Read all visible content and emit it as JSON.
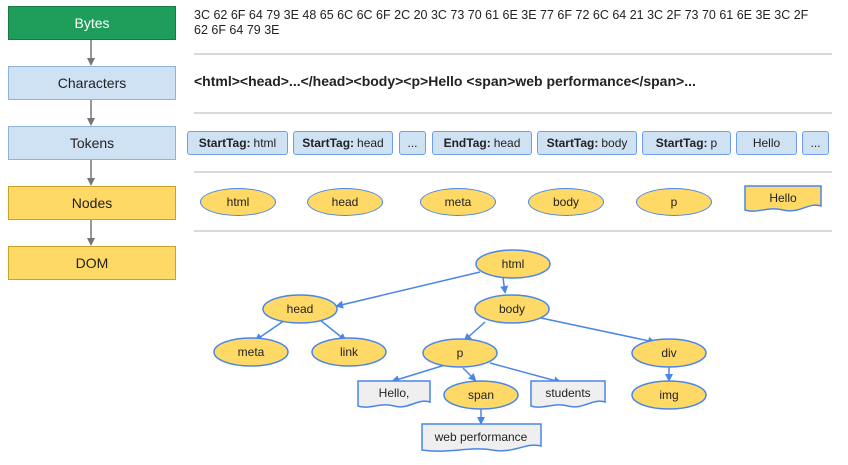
{
  "stages": [
    "Bytes",
    "Characters",
    "Tokens",
    "Nodes",
    "DOM"
  ],
  "bytes_text": "3C 62 6F 64 79 3E 48 65 6C 6C 6F 2C 20 3C 73 70 61 6E 3E 77 6F 72 6C 64 21 3C 2F 73 70 61 6E 3E 3C 2F 62 6F 64 79 3E",
  "characters_text": "<html><head>...</head><body><p>Hello <span>web performance</span>...",
  "tokens": [
    {
      "kind": "StartTag:",
      "name": "html"
    },
    {
      "kind": "StartTag:",
      "name": "head"
    },
    {
      "kind": "",
      "name": "..."
    },
    {
      "kind": "EndTag:",
      "name": "head"
    },
    {
      "kind": "StartTag:",
      "name": "body"
    },
    {
      "kind": "StartTag:",
      "name": "p"
    },
    {
      "kind": "",
      "name": "Hello"
    },
    {
      "kind": "",
      "name": "..."
    }
  ],
  "nodes": [
    "html",
    "head",
    "meta",
    "body",
    "p"
  ],
  "text_node": "Hello",
  "dom": {
    "html": "html",
    "head": "head",
    "body": "body",
    "meta": "meta",
    "link": "link",
    "p": "p",
    "div": "div",
    "hello": "Hello,",
    "span": "span",
    "students": "students",
    "img": "img",
    "web_performance": "web performance"
  }
}
